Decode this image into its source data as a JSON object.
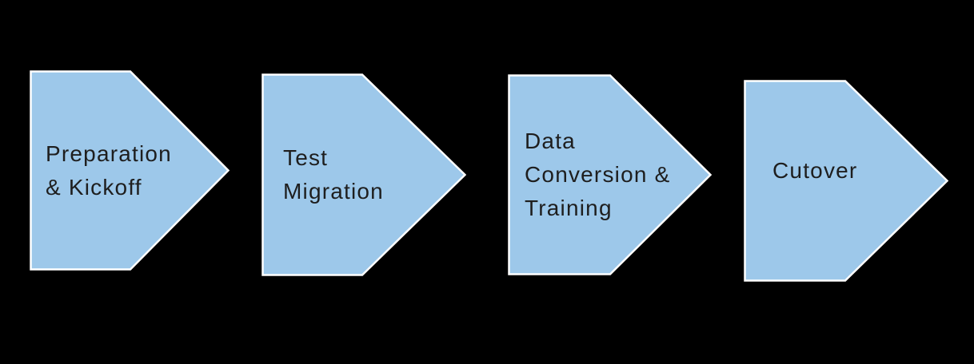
{
  "canvas": {
    "background_color": "#000000"
  },
  "diagram": {
    "type": "process-flow-arrows",
    "direction": "left-to-right",
    "shape_fill_color": "#9DC8EA",
    "shape_border_color": "#FFFFFF",
    "label_text_color": "#1E1E1E",
    "stages": [
      {
        "label": "Preparation\n& Kickoff"
      },
      {
        "label": "Test\nMigration"
      },
      {
        "label": "Data\nConversion &\nTraining"
      },
      {
        "label": "Cutover"
      }
    ]
  }
}
